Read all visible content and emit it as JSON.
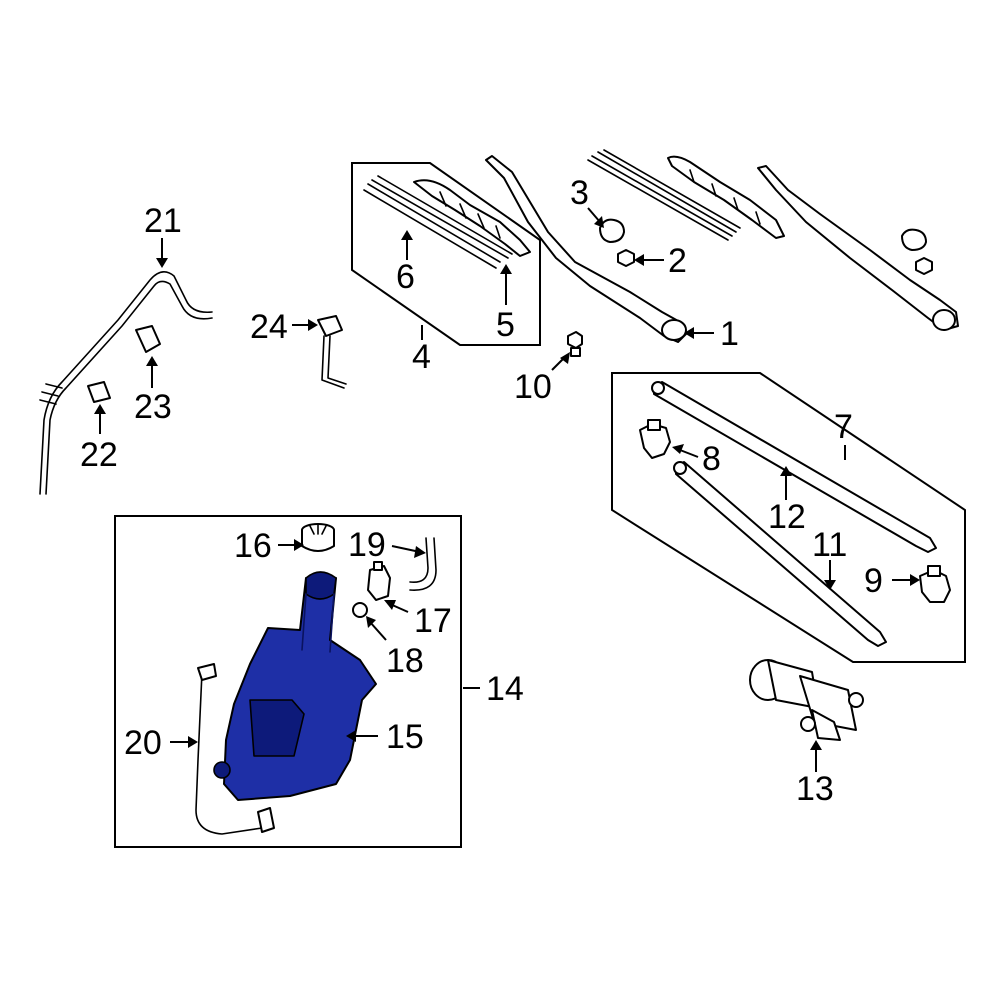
{
  "colors": {
    "highlight": "#1e2fa6",
    "highlight_dark": "#0d1a7a",
    "line": "#000000",
    "background": "#ffffff"
  },
  "callouts": {
    "c1": "1",
    "c2": "2",
    "c3": "3",
    "c4": "4",
    "c5": "5",
    "c6": "6",
    "c7": "7",
    "c8": "8",
    "c9": "9",
    "c10": "10",
    "c11": "11",
    "c12": "12",
    "c13": "13",
    "c14": "14",
    "c15": "15",
    "c16": "16",
    "c17": "17",
    "c18": "18",
    "c19": "19",
    "c20": "20",
    "c21": "21",
    "c22": "22",
    "c23": "23",
    "c24": "24"
  },
  "highlighted_part": "15"
}
